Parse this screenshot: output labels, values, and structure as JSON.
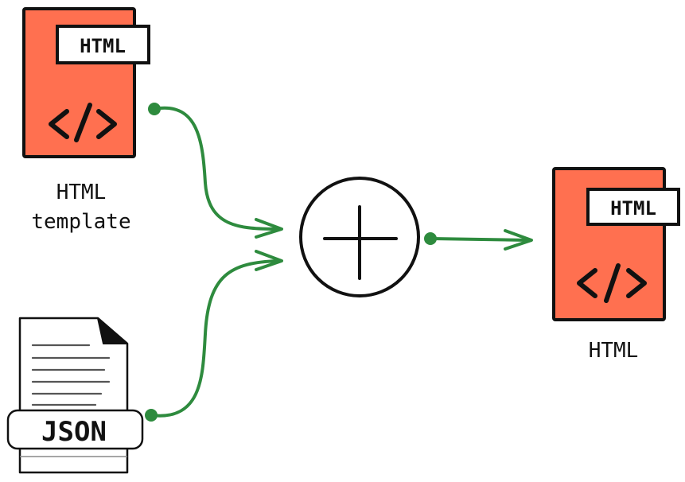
{
  "nodes": {
    "template": {
      "badge": "HTML",
      "code_glyph": "</>",
      "caption_line1": "HTML",
      "caption_line2": "template"
    },
    "json": {
      "label": "JSON"
    },
    "combine": {
      "symbol": "+"
    },
    "output": {
      "badge": "HTML",
      "code_glyph": "</>",
      "caption": "HTML"
    }
  },
  "colors": {
    "doc_fill": "#ff7050",
    "connector": "#2e8b3e",
    "ink": "#111111",
    "paper": "#ffffff"
  }
}
